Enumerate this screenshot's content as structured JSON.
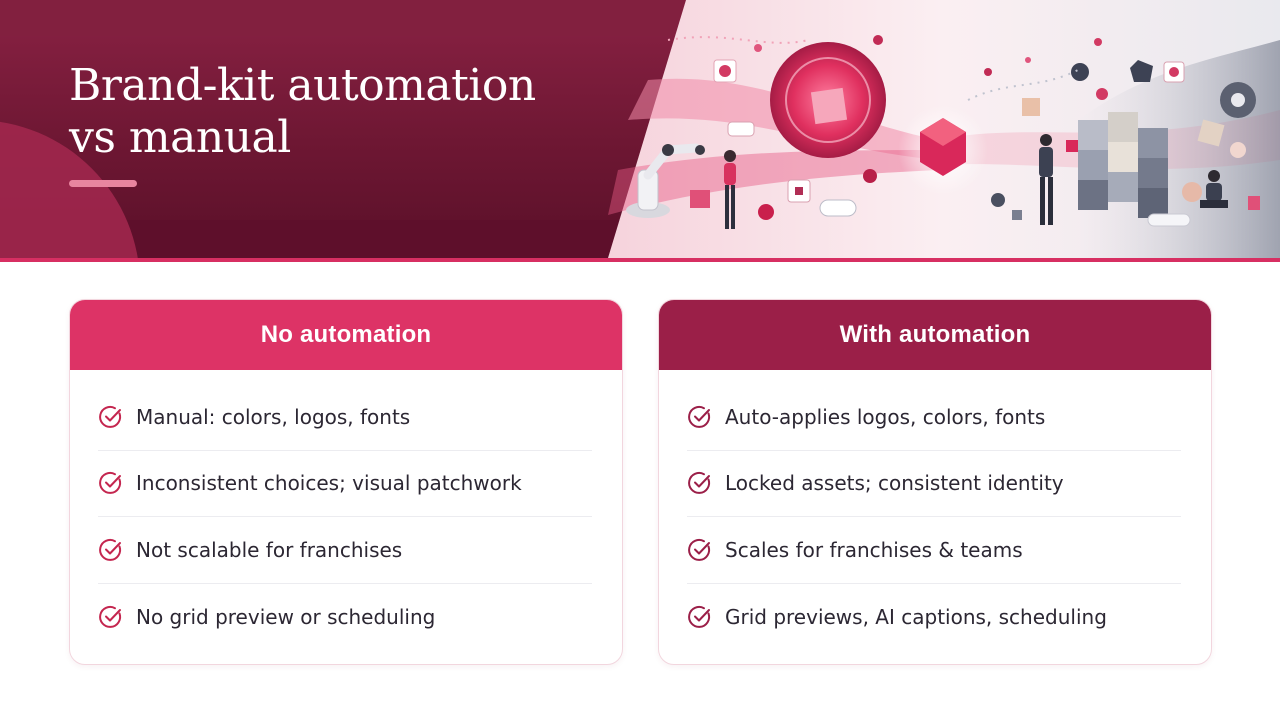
{
  "slide": {
    "title_line1": "Brand-kit automation",
    "title_line2": "vs manual"
  },
  "colors": {
    "header_maroon": "#6e1733",
    "accent_pink": "#dd3366",
    "accent_dark": "#9b1f48",
    "underline_pink": "#e8859f",
    "text": "#2c2733"
  },
  "cards": [
    {
      "heading": "No automation",
      "items": [
        "Manual: colors, logos, fonts",
        "Inconsistent choices; visual patchwork",
        "Not scalable for franchises",
        "No grid preview or scheduling"
      ]
    },
    {
      "heading": "With automation",
      "items": [
        "Auto-applies logos, colors, fonts",
        "Locked assets; consistent identity",
        "Scales for franchises & teams",
        "Grid previews, AI captions, scheduling"
      ]
    }
  ],
  "icons": {
    "bullet": "check-circle-icon",
    "illustration": "brand-automation-illustration"
  }
}
